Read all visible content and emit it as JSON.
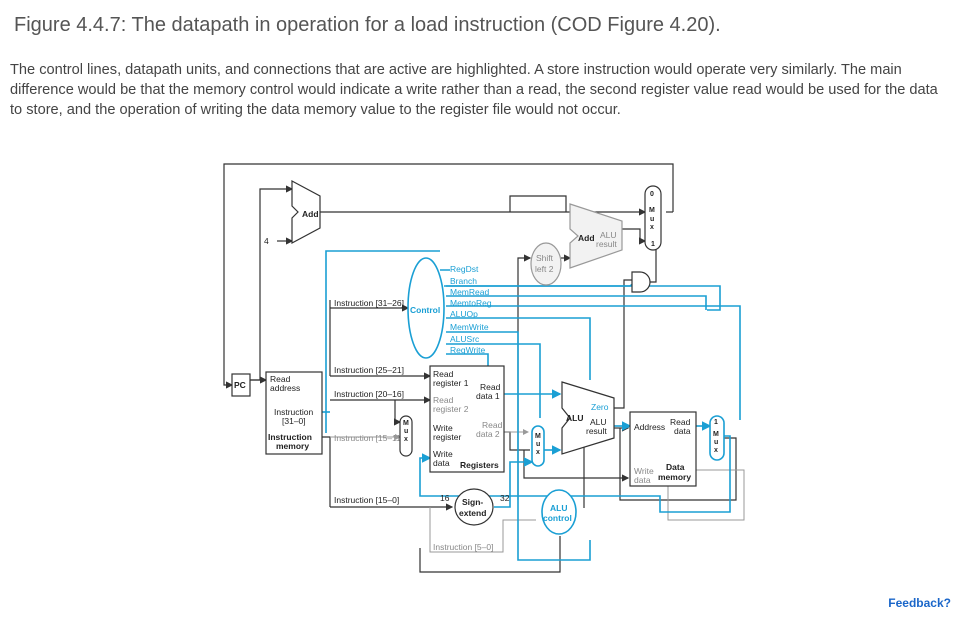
{
  "figure": {
    "title": "Figure 4.4.7: The datapath in operation for a load instruction (COD Figure 4.20).",
    "caption": "The control lines, datapath units, and connections that are active are highlighted. A store instruction would operate very similarly. The main difference would be that the memory control would indicate a write rather than a read, the second register value read would be used for the data to store, and the operation of writing the data memory value to the register file would not occur."
  },
  "colors": {
    "active": "#1a9fd4",
    "inactive": "#333333",
    "dim": "#999999"
  },
  "diagram": {
    "pc": "PC",
    "add_top": "Add",
    "const4": "4",
    "add_branch": "Add",
    "alu_result_top_1": "ALU",
    "alu_result_top_2": "result",
    "shift_1": "Shift",
    "shift_2": "left 2",
    "control": "Control",
    "control_lines": [
      "RegDst",
      "Branch",
      "MemRead",
      "MemtoReg",
      "ALUOp",
      "MemWrite",
      "ALUSrc",
      "RegWrite"
    ],
    "instr_31_26": "Instruction [31–26]",
    "instr_25_21": "Instruction [25–21]",
    "instr_20_16": "Instruction [20–16]",
    "instr_15_11": "Instruction [15–11]",
    "instr_15_0": "Instruction [15–0]",
    "instr_5_0": "Instruction [5–0]",
    "imem_read_1": "Read",
    "imem_read_2": "address",
    "imem_instr_1": "Instruction",
    "imem_instr_2": "[31–0]",
    "imem_name_1": "Instruction",
    "imem_name_2": "memory",
    "reg_read1_a": "Read",
    "reg_read1_b": "register 1",
    "reg_read2_a": "Read",
    "reg_read2_b": "register 2",
    "reg_write_a": "Write",
    "reg_write_b": "register",
    "reg_wdata_a": "Write",
    "reg_wdata_b": "data",
    "reg_data1_a": "Read",
    "reg_data1_b": "data 1",
    "reg_data2_a": "Read",
    "reg_data2_b": "data 2",
    "registers": "Registers",
    "sign_1": "Sign-",
    "sign_2": "extend",
    "bits16": "16",
    "bits32": "32",
    "alu": "ALU",
    "zero": "Zero",
    "alu_res_1": "ALU",
    "alu_res_2": "result",
    "alu_control_1": "ALU",
    "alu_control_2": "control",
    "dmem_address": "Address",
    "dmem_read_1": "Read",
    "dmem_read_2": "data",
    "dmem_write_1": "Write",
    "dmem_write_2": "data",
    "dmem_name_1": "Data",
    "dmem_name_2": "memory",
    "mux_letters": [
      "M",
      "u",
      "x"
    ],
    "mux_zero": "0",
    "mux_one": "1"
  },
  "feedback": "Feedback?"
}
